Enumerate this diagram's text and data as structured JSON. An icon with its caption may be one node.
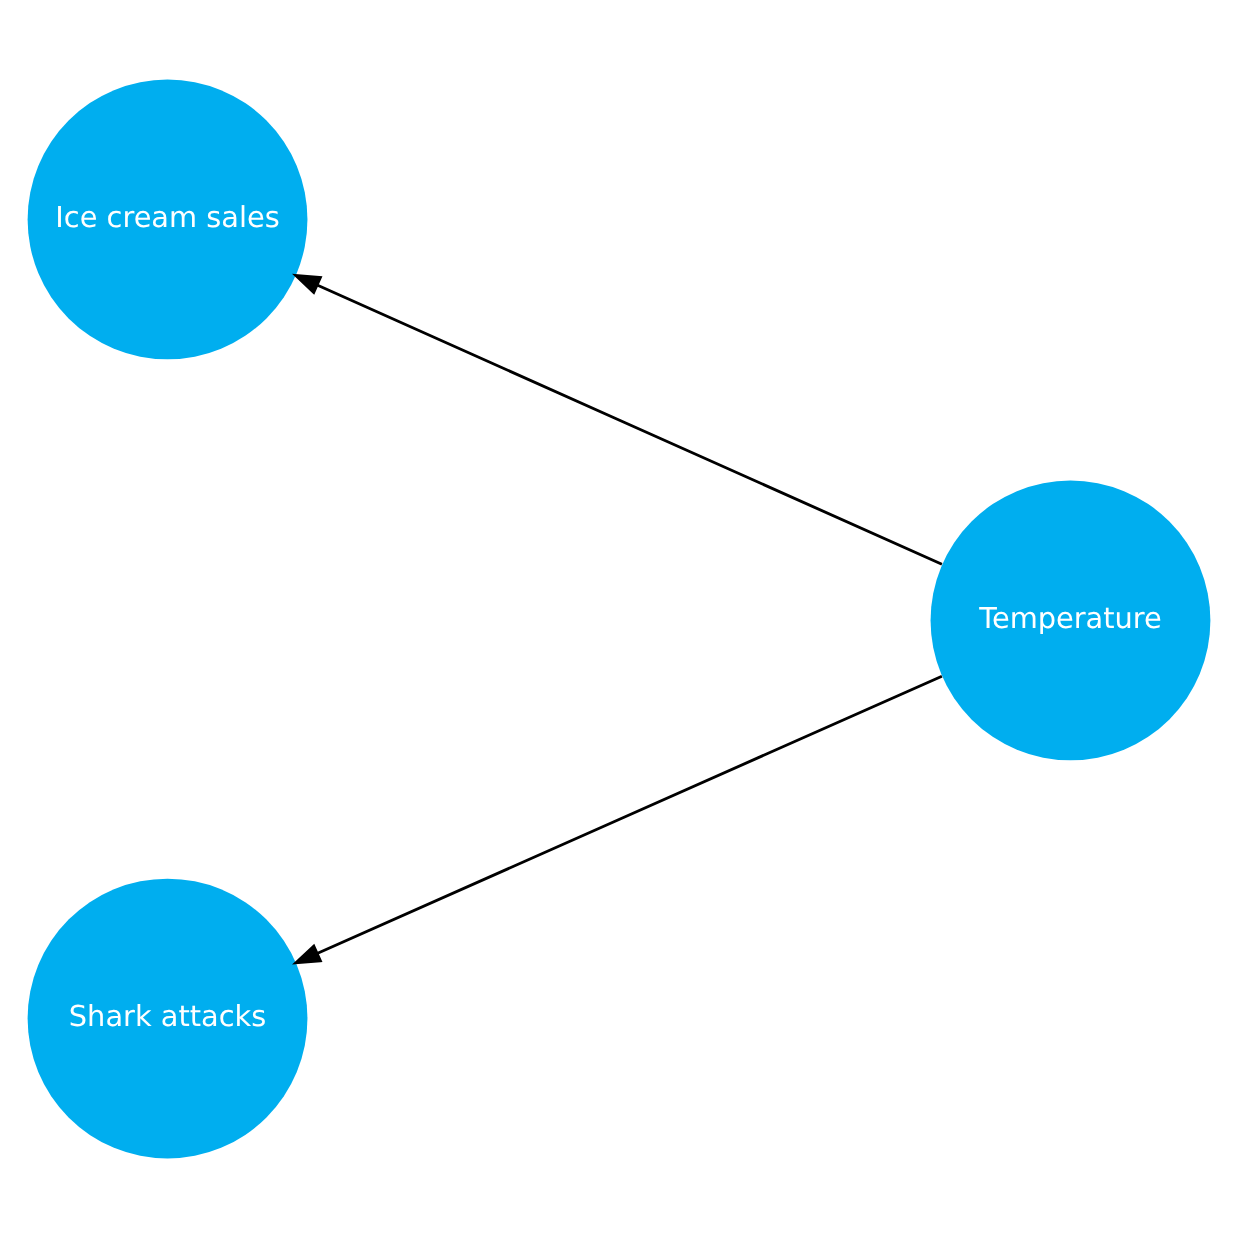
{
  "diagram": {
    "nodes": [
      {
        "text": [
          "Ice cream sales"
        ]
      },
      {
        "text": [
          "Temperature"
        ]
      },
      {
        "text": [
          "Shark attacks"
        ]
      }
    ],
    "edges": [
      {
        "from": 1,
        "to": 0,
        "arrow": "to"
      },
      {
        "from": 1,
        "to": 2,
        "arrow": "to"
      }
    ]
  }
}
